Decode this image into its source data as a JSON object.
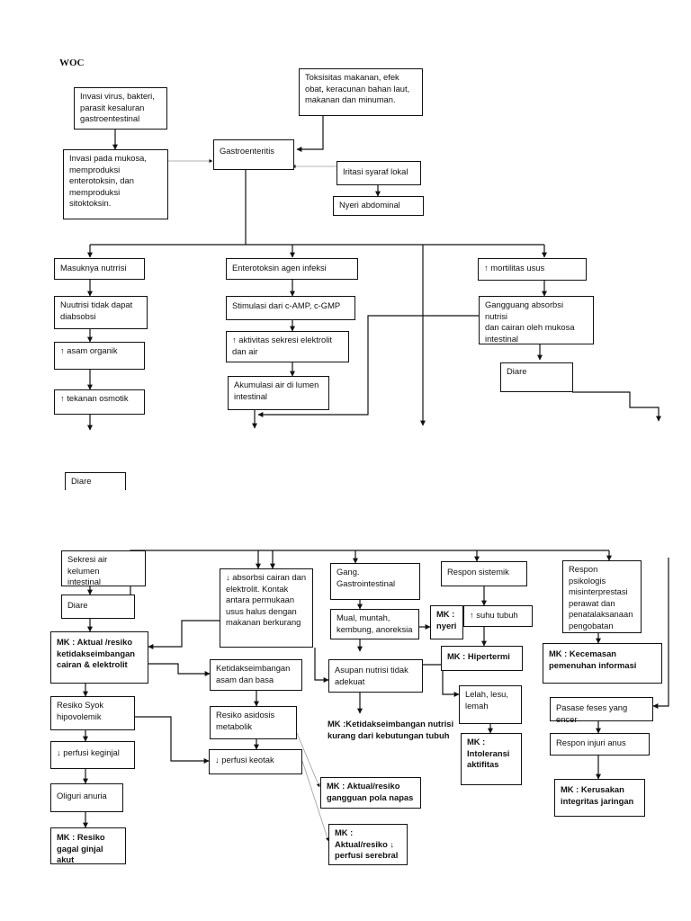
{
  "title": "WOC",
  "colors": {
    "line": "#111111",
    "dashed_line": "#9a9a9a"
  },
  "top": {
    "invasi_virus": "Invasi virus, bakteri,\nparasit kesaluran\ngastroentestinal",
    "invasi_mukosa": "Invasi pada mukosa,\nmemproduksi\nenterotoksin, dan\nmemproduksi\nsitoktoksin.",
    "toksisitas": "Toksisitas makanan, efek\nobat, keracunan bahan laut,\nmakanan dan minuman.",
    "gastroenteritis": "Gastroenteritis",
    "iritasi": "Iritasi syaraf lokal",
    "nyeri_abdominal": "Nyeri abdominal",
    "masuknya_nutrisi": "Masuknya nutrrisi",
    "nutrisi_tidak": "Nuutrisi tidak dapat\ndiabsobsi",
    "asam_organik": "↑ asam organik",
    "tekanan_osmotik": "↑ tekanan osmotik",
    "enterotoksin": "Enterotoksin agen infeksi",
    "stimulasi": "Stimulasi dari c-AMP, c-GMP",
    "aktivitas": "↑ aktivitas sekresi elektrolit\ndan  air",
    "akumulasi": "Akumulasi air di lumen\nintestinal",
    "mortilitas": "↑ mortilitas usus",
    "gangguang": "Gangguang absorbsi nutrisi\ndan cairan oleh mukosa\nintestinal",
    "diare_right": "Diare",
    "diare_left": "Diare"
  },
  "bottom": {
    "sekresi_air": "Sekresi air kelumen\nintestinal",
    "diare": "Diare",
    "mk_aktual": "MK : Aktual /resiko\nketidakseimbangan\ncairan & elektrolit",
    "absorbsi": "↓ absorbsi cairan dan\nelektrolit. Kontak\nantara permukaan\nusus halus dengan\nmakanan berkurang",
    "ketidakseimbangan_asam": "Ketidakseimbangan\nasam dan basa",
    "resiko_asidosis": "Resiko asidosis\nmetabolik",
    "resiko_syok": "Resiko Syok\nhipovolemik",
    "perfusi_keginjal": "↓ perfusi keginjal",
    "perfusi_keotak": "↓ perfusi keotak",
    "oliguri": "Oliguri anuria",
    "mk_ginjal": "MK : Resiko\ngagal ginjal akut",
    "gang_gastro": "Gang.\nGastrointestinal",
    "mual": "Mual, muntah,\nkembung, anoreksia",
    "mk_nyeri": "MK :\nnyeri",
    "respon_sistemik": "Respon sistemik",
    "suhu_tubuh": "↑ suhu tubuh",
    "mk_hipertermi": "MK : Hipertermi",
    "asupan": "Asupan nutrisi tidak\nadekuat",
    "lelah": "Lelah, lesu,\nlemah",
    "mk_nutrisi": "MK :Ketidakseimbangan nutrisi\nkurang dari kebutungan tubuh",
    "mk_intoleransi": "MK :\nIntoleransi\naktifitas",
    "mk_pola_napas": "MK : Aktual/resiko\ngangguan pola napas",
    "mk_perfusi_serebral": "MK :\nAktual/resiko ↓\nperfusi serebral",
    "respon_psikologis": "Respon psikologis\nmisinterprestasi\nperawat dan\npenatalaksanaan\npengobatan",
    "mk_kecemasan": "MK : Kecemasan\npemenuhan informasi",
    "pasase": "Pasase feses yang encer",
    "respon_injuri": "Respon injuri anus",
    "mk_kerusakan": "MK : Kerusakan\nintegritas jaringan"
  }
}
